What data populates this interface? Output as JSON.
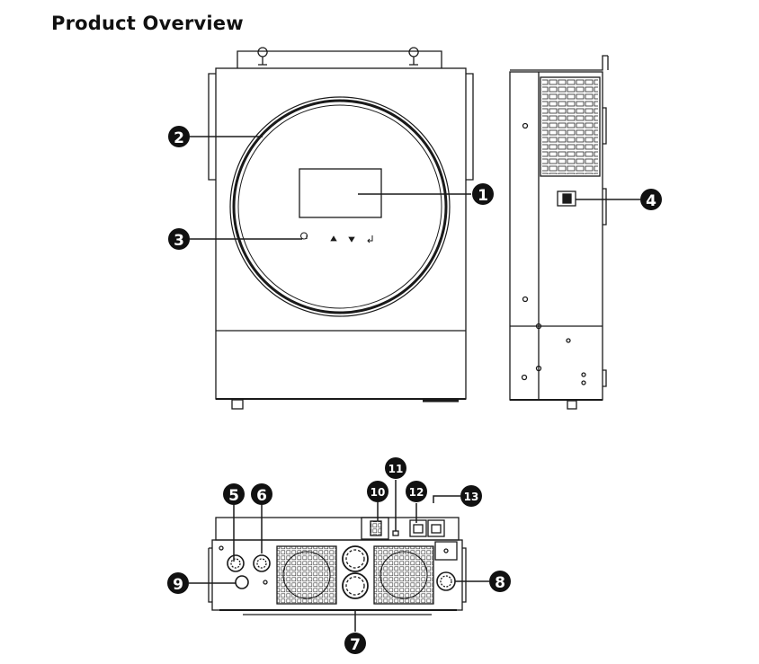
{
  "page": {
    "title": "Product Overview"
  },
  "callouts": [
    "1",
    "2",
    "3",
    "4",
    "5",
    "6",
    "7",
    "8",
    "9",
    "10",
    "11",
    "12",
    "13"
  ],
  "colors": {
    "line": "#1a1a1a",
    "callout_fill": "#111111",
    "callout_text": "#ffffff",
    "background": "#ffffff"
  },
  "panel_buttons": [
    "power-icon",
    "up-arrow-icon",
    "down-arrow-icon",
    "enter-icon"
  ]
}
